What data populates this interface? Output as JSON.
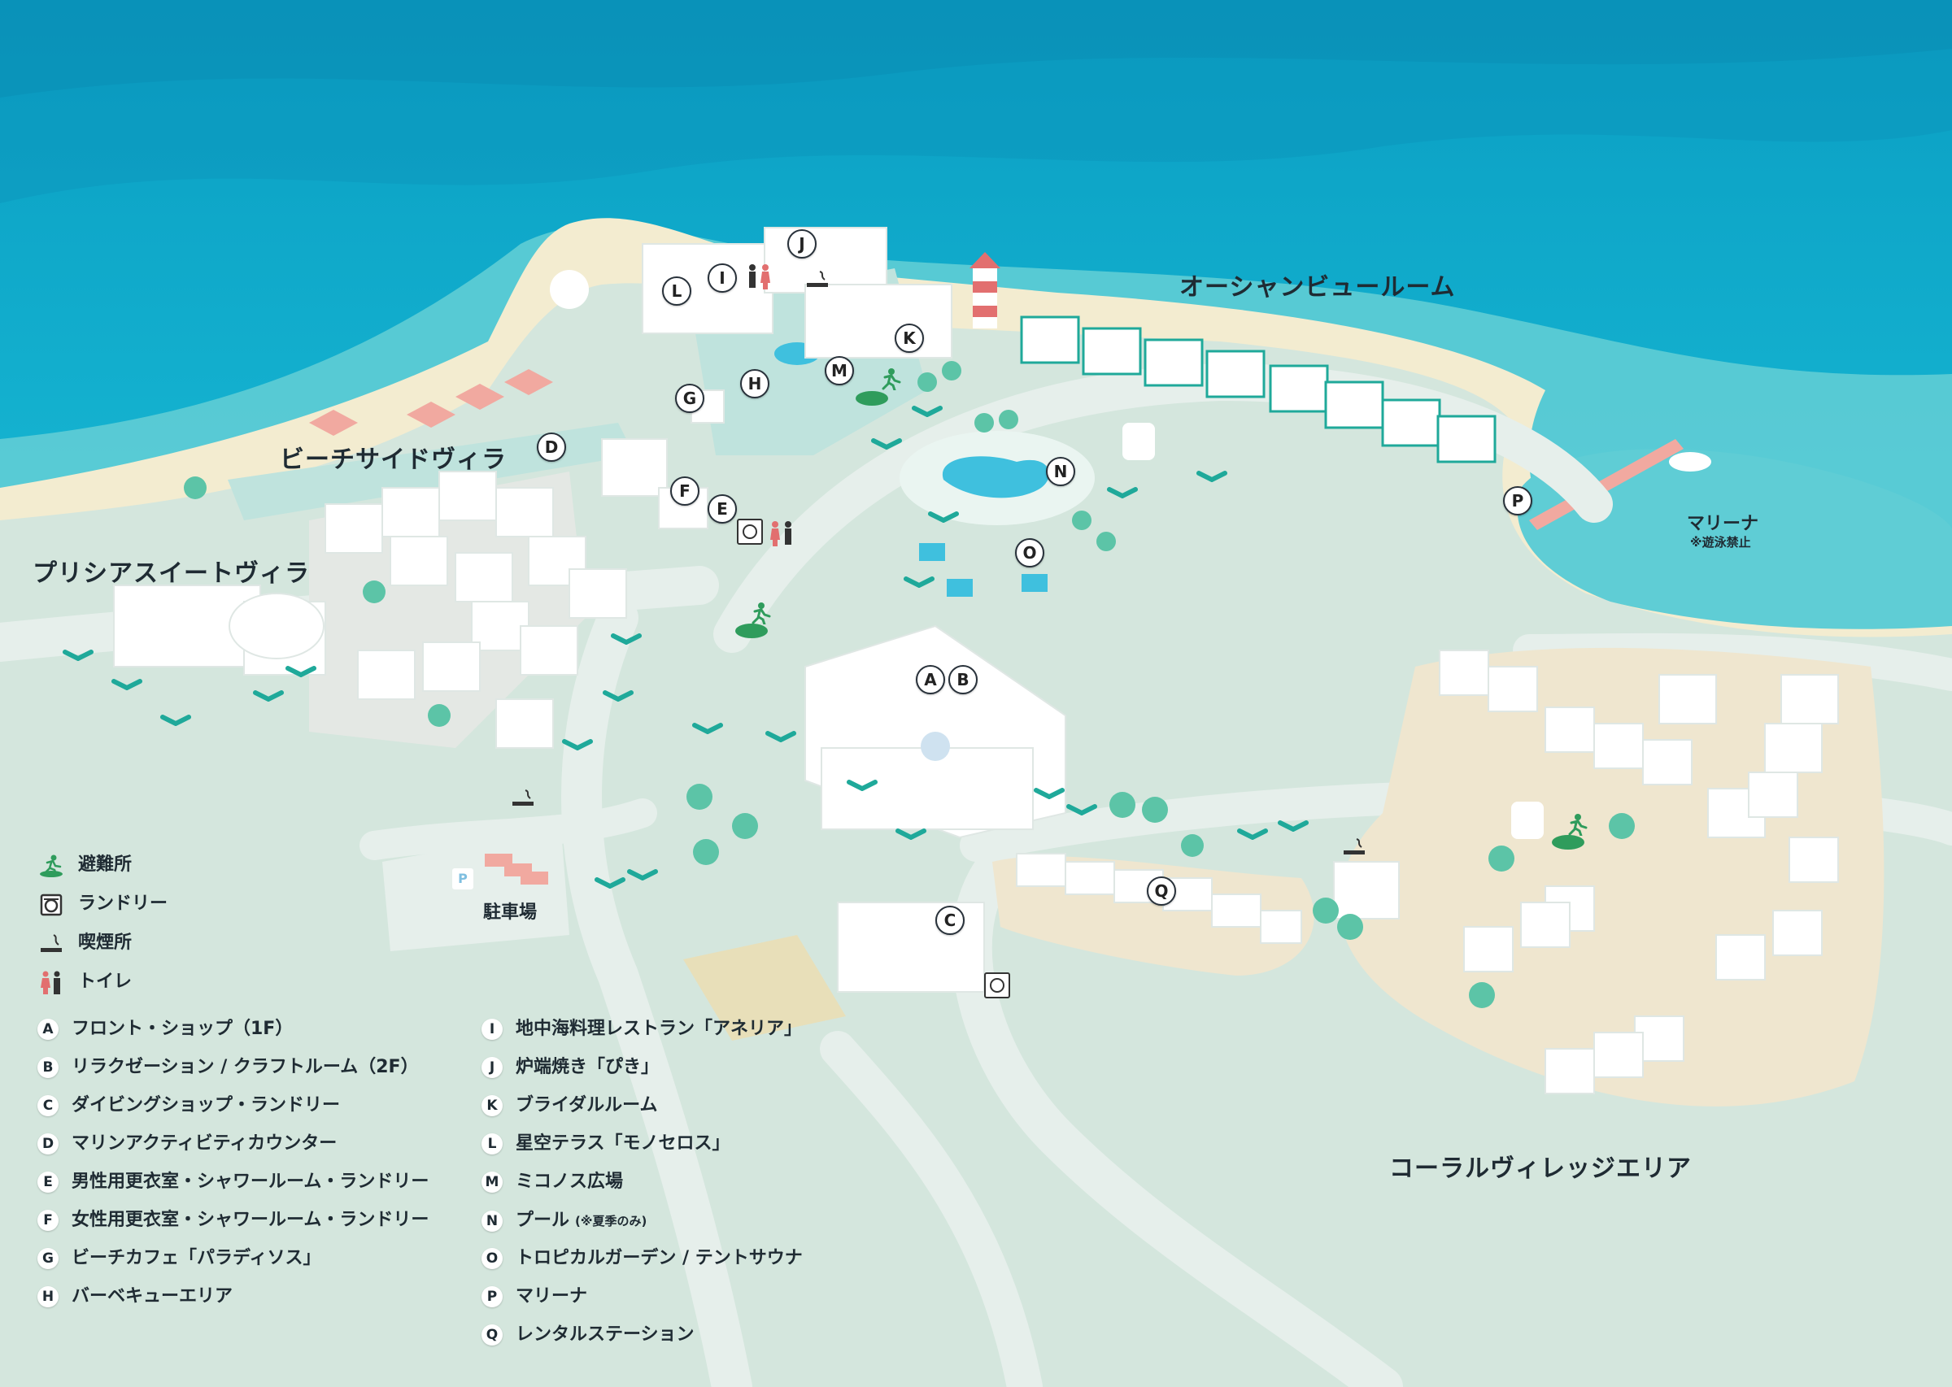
{
  "areas": {
    "ocean_view": "オーシャンビュールーム",
    "beachside": "ビーチサイドヴィラ",
    "prisia_suite": "プリシアスイートヴィラ",
    "coral_village": "コーラルヴィレッジエリア",
    "marina": "マリーナ",
    "no_swimming": "※遊泳禁止",
    "parking": "駐車場"
  },
  "map_markers": [
    {
      "letter": "J"
    },
    {
      "letter": "L"
    },
    {
      "letter": "I"
    },
    {
      "letter": "K"
    },
    {
      "letter": "M"
    },
    {
      "letter": "H"
    },
    {
      "letter": "G"
    },
    {
      "letter": "D"
    },
    {
      "letter": "F"
    },
    {
      "letter": "E"
    },
    {
      "letter": "N"
    },
    {
      "letter": "O"
    },
    {
      "letter": "P"
    },
    {
      "letter": "A"
    },
    {
      "letter": "B"
    },
    {
      "letter": "C"
    },
    {
      "letter": "Q"
    }
  ],
  "legend_icons": [
    {
      "icon": "evacuation-icon",
      "label": "避難所"
    },
    {
      "icon": "laundry-icon",
      "label": "ランドリー"
    },
    {
      "icon": "smoking-icon",
      "label": "喫煙所"
    },
    {
      "icon": "toilet-icon",
      "label": "トイレ"
    }
  ],
  "legend_left": [
    {
      "letter": "A",
      "label": "フロント・ショップ（1F）"
    },
    {
      "letter": "B",
      "label": "リラクゼーション / クラフトルーム（2F）"
    },
    {
      "letter": "C",
      "label": "ダイビングショップ・ランドリー"
    },
    {
      "letter": "D",
      "label": "マリンアクティビティカウンター"
    },
    {
      "letter": "E",
      "label": "男性用更衣室・シャワールーム・ランドリー"
    },
    {
      "letter": "F",
      "label": "女性用更衣室・シャワールーム・ランドリー"
    },
    {
      "letter": "G",
      "label": "ビーチカフェ「パラディソス」"
    },
    {
      "letter": "H",
      "label": "バーベキューエリア"
    }
  ],
  "legend_right": [
    {
      "letter": "I",
      "label": "地中海料理レストラン「アネリア」"
    },
    {
      "letter": "J",
      "label": "炉端焼き「ぴき」"
    },
    {
      "letter": "K",
      "label": "ブライダルルーム"
    },
    {
      "letter": "L",
      "label": "星空テラス「モノセロス」"
    },
    {
      "letter": "M",
      "label": "ミコノス広場"
    },
    {
      "letter": "N",
      "label": "プール",
      "note": "(※夏季のみ)"
    },
    {
      "letter": "O",
      "label": "トロピカルガーデン / テントサウナ"
    },
    {
      "letter": "P",
      "label": "マリーナ"
    },
    {
      "letter": "Q",
      "label": "レンタルステーション"
    }
  ],
  "colors": {
    "sea_deep": "#0aa2c6",
    "sea": "#13b5d2",
    "shallow": "#5fcdd5",
    "sand": "#f3ecd0",
    "land": "#d4e6dd",
    "path": "#e6efeb",
    "plaza": "#bfe3dd",
    "evac": "#2f9c5c",
    "toilet_red": "#e26f6f"
  }
}
